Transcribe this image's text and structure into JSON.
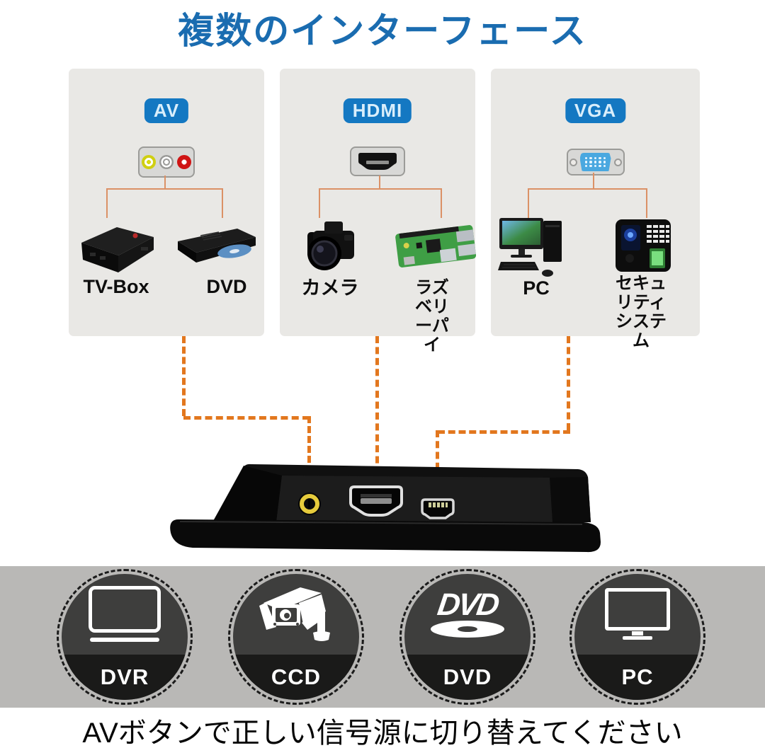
{
  "title": {
    "text": "複数のインターフェース"
  },
  "interface_columns": [
    {
      "badge": "AV",
      "connector_icon": "rca-av-connector-icon",
      "devices": [
        {
          "label": "TV-Box",
          "icon": "tv-box"
        },
        {
          "label": "DVD",
          "icon": "dvd-player"
        }
      ]
    },
    {
      "badge": "HDMI",
      "connector_icon": "hdmi-connector-icon",
      "devices": [
        {
          "label": "カメラ",
          "icon": "camera"
        },
        {
          "label": "ラズベリーパイ",
          "icon": "raspberry-pi"
        }
      ]
    },
    {
      "badge": "VGA",
      "connector_icon": "vga-connector-icon",
      "devices": [
        {
          "label": "PC",
          "icon": "desktop-pc"
        },
        {
          "label": "セキュリティ\nシステム",
          "icon": "security-system"
        }
      ]
    }
  ],
  "monitor": {
    "ports": [
      "av-jack",
      "hdmi-port",
      "mini-usb-port"
    ]
  },
  "source_band": {
    "items": [
      {
        "label": "DVR",
        "icon": "dvr-display-icon"
      },
      {
        "label": "CCD",
        "icon": "cctv-camera-icon"
      },
      {
        "label": "DVD",
        "icon": "dvd-logo-icon"
      },
      {
        "label": "PC",
        "icon": "pc-monitor-icon"
      }
    ]
  },
  "footer": {
    "text": "AVボタンで正しい信号源に切り替えてください"
  },
  "colors": {
    "title_blue": "#1a6cb0",
    "badge_blue": "#1478c2",
    "card_gray": "#e9e8e5",
    "bracket_orange": "#db9166",
    "dashed_orange": "#e2771e",
    "band_gray": "#b9b8b6",
    "circle_dark_top": "#3e3e3d",
    "circle_dark_bottom": "#1a1a19",
    "av_jack_yellow": "#e6cb3c",
    "vga_blue": "#4aa8e0"
  }
}
